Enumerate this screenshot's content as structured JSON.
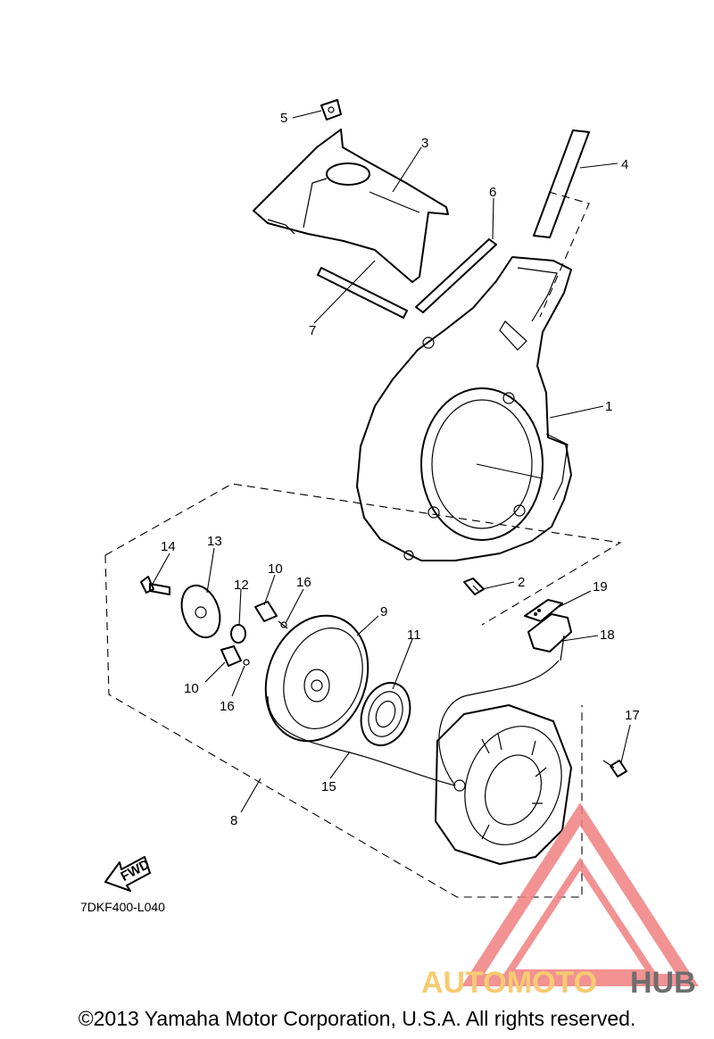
{
  "diagram": {
    "callouts": [
      {
        "id": "c1",
        "label": "1"
      },
      {
        "id": "c2",
        "label": "2"
      },
      {
        "id": "c3",
        "label": "3"
      },
      {
        "id": "c4",
        "label": "4"
      },
      {
        "id": "c5",
        "label": "5"
      },
      {
        "id": "c6",
        "label": "6"
      },
      {
        "id": "c7",
        "label": "7"
      },
      {
        "id": "c8",
        "label": "8"
      },
      {
        "id": "c9",
        "label": "9"
      },
      {
        "id": "c10a",
        "label": "10"
      },
      {
        "id": "c10b",
        "label": "10"
      },
      {
        "id": "c11",
        "label": "11"
      },
      {
        "id": "c12",
        "label": "12"
      },
      {
        "id": "c13",
        "label": "13"
      },
      {
        "id": "c14",
        "label": "14"
      },
      {
        "id": "c15",
        "label": "15"
      },
      {
        "id": "c16a",
        "label": "16"
      },
      {
        "id": "c16b",
        "label": "16"
      },
      {
        "id": "c17",
        "label": "17"
      },
      {
        "id": "c18",
        "label": "18"
      },
      {
        "id": "c19",
        "label": "19"
      }
    ],
    "fwd_label": "FWD",
    "drawing_code": "7DKF400-L040"
  },
  "watermark": {
    "part1": "AUTOMOTO",
    "part2": "HUB",
    "color_primary": "#f08080",
    "color_accent": "#f6c25a",
    "color_dark": "#555555"
  },
  "copyright": "©2013 Yamaha Motor Corporation, U.S.A. All rights reserved."
}
